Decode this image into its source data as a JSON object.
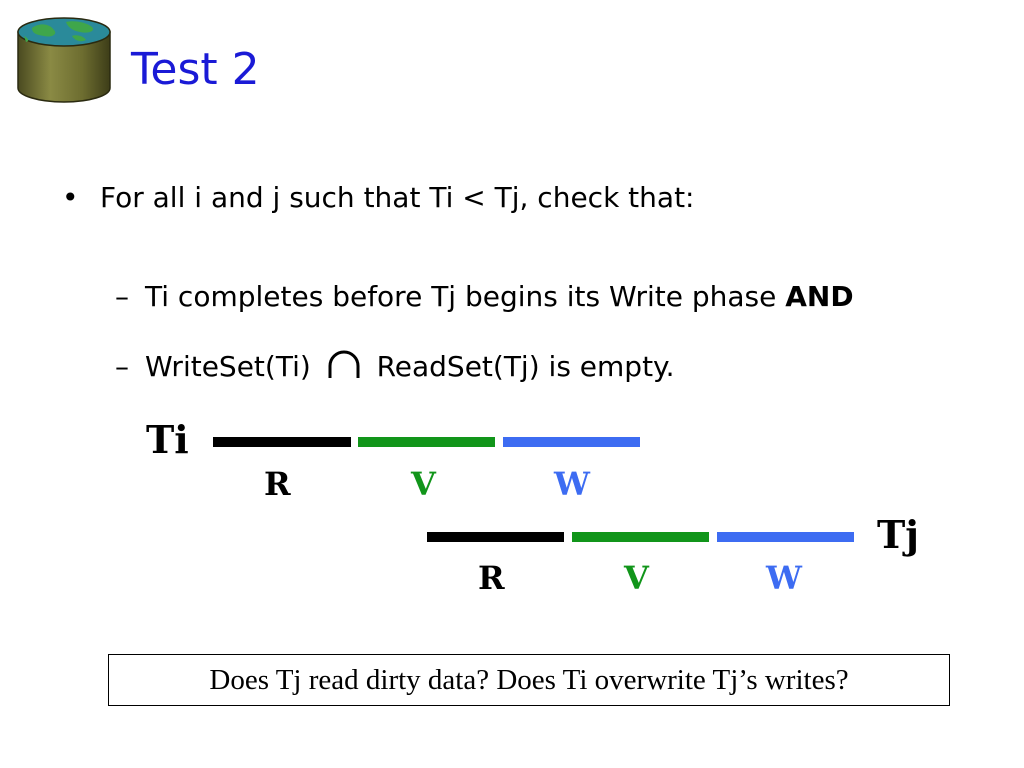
{
  "slide": {
    "title": "Test 2",
    "bullet": "For all i and j such that Ti < Tj, check that:",
    "sub1_text": "Ti completes before Tj begins its Write phase ",
    "sub1_bold": "AND",
    "sub2_before": "WriteSet(Ti) ",
    "sub2_after": " ReadSet(Tj)  is empty.",
    "intersection_symbol": "intersection-icon",
    "dash": "–",
    "bullet_mark": "•",
    "question": "Does Tj read dirty data? Does Ti overwrite Tj’s writes?"
  },
  "timeline": {
    "ti_label": "Ti",
    "tj_label": "Tj",
    "phases_ti": [
      "R",
      "V",
      "W"
    ],
    "phases_tj": [
      "R",
      "V",
      "W"
    ],
    "colors": {
      "read": "#000000",
      "validate": "#11951a",
      "write": "#3d6cf2"
    }
  },
  "logo": "database-globe-icon"
}
